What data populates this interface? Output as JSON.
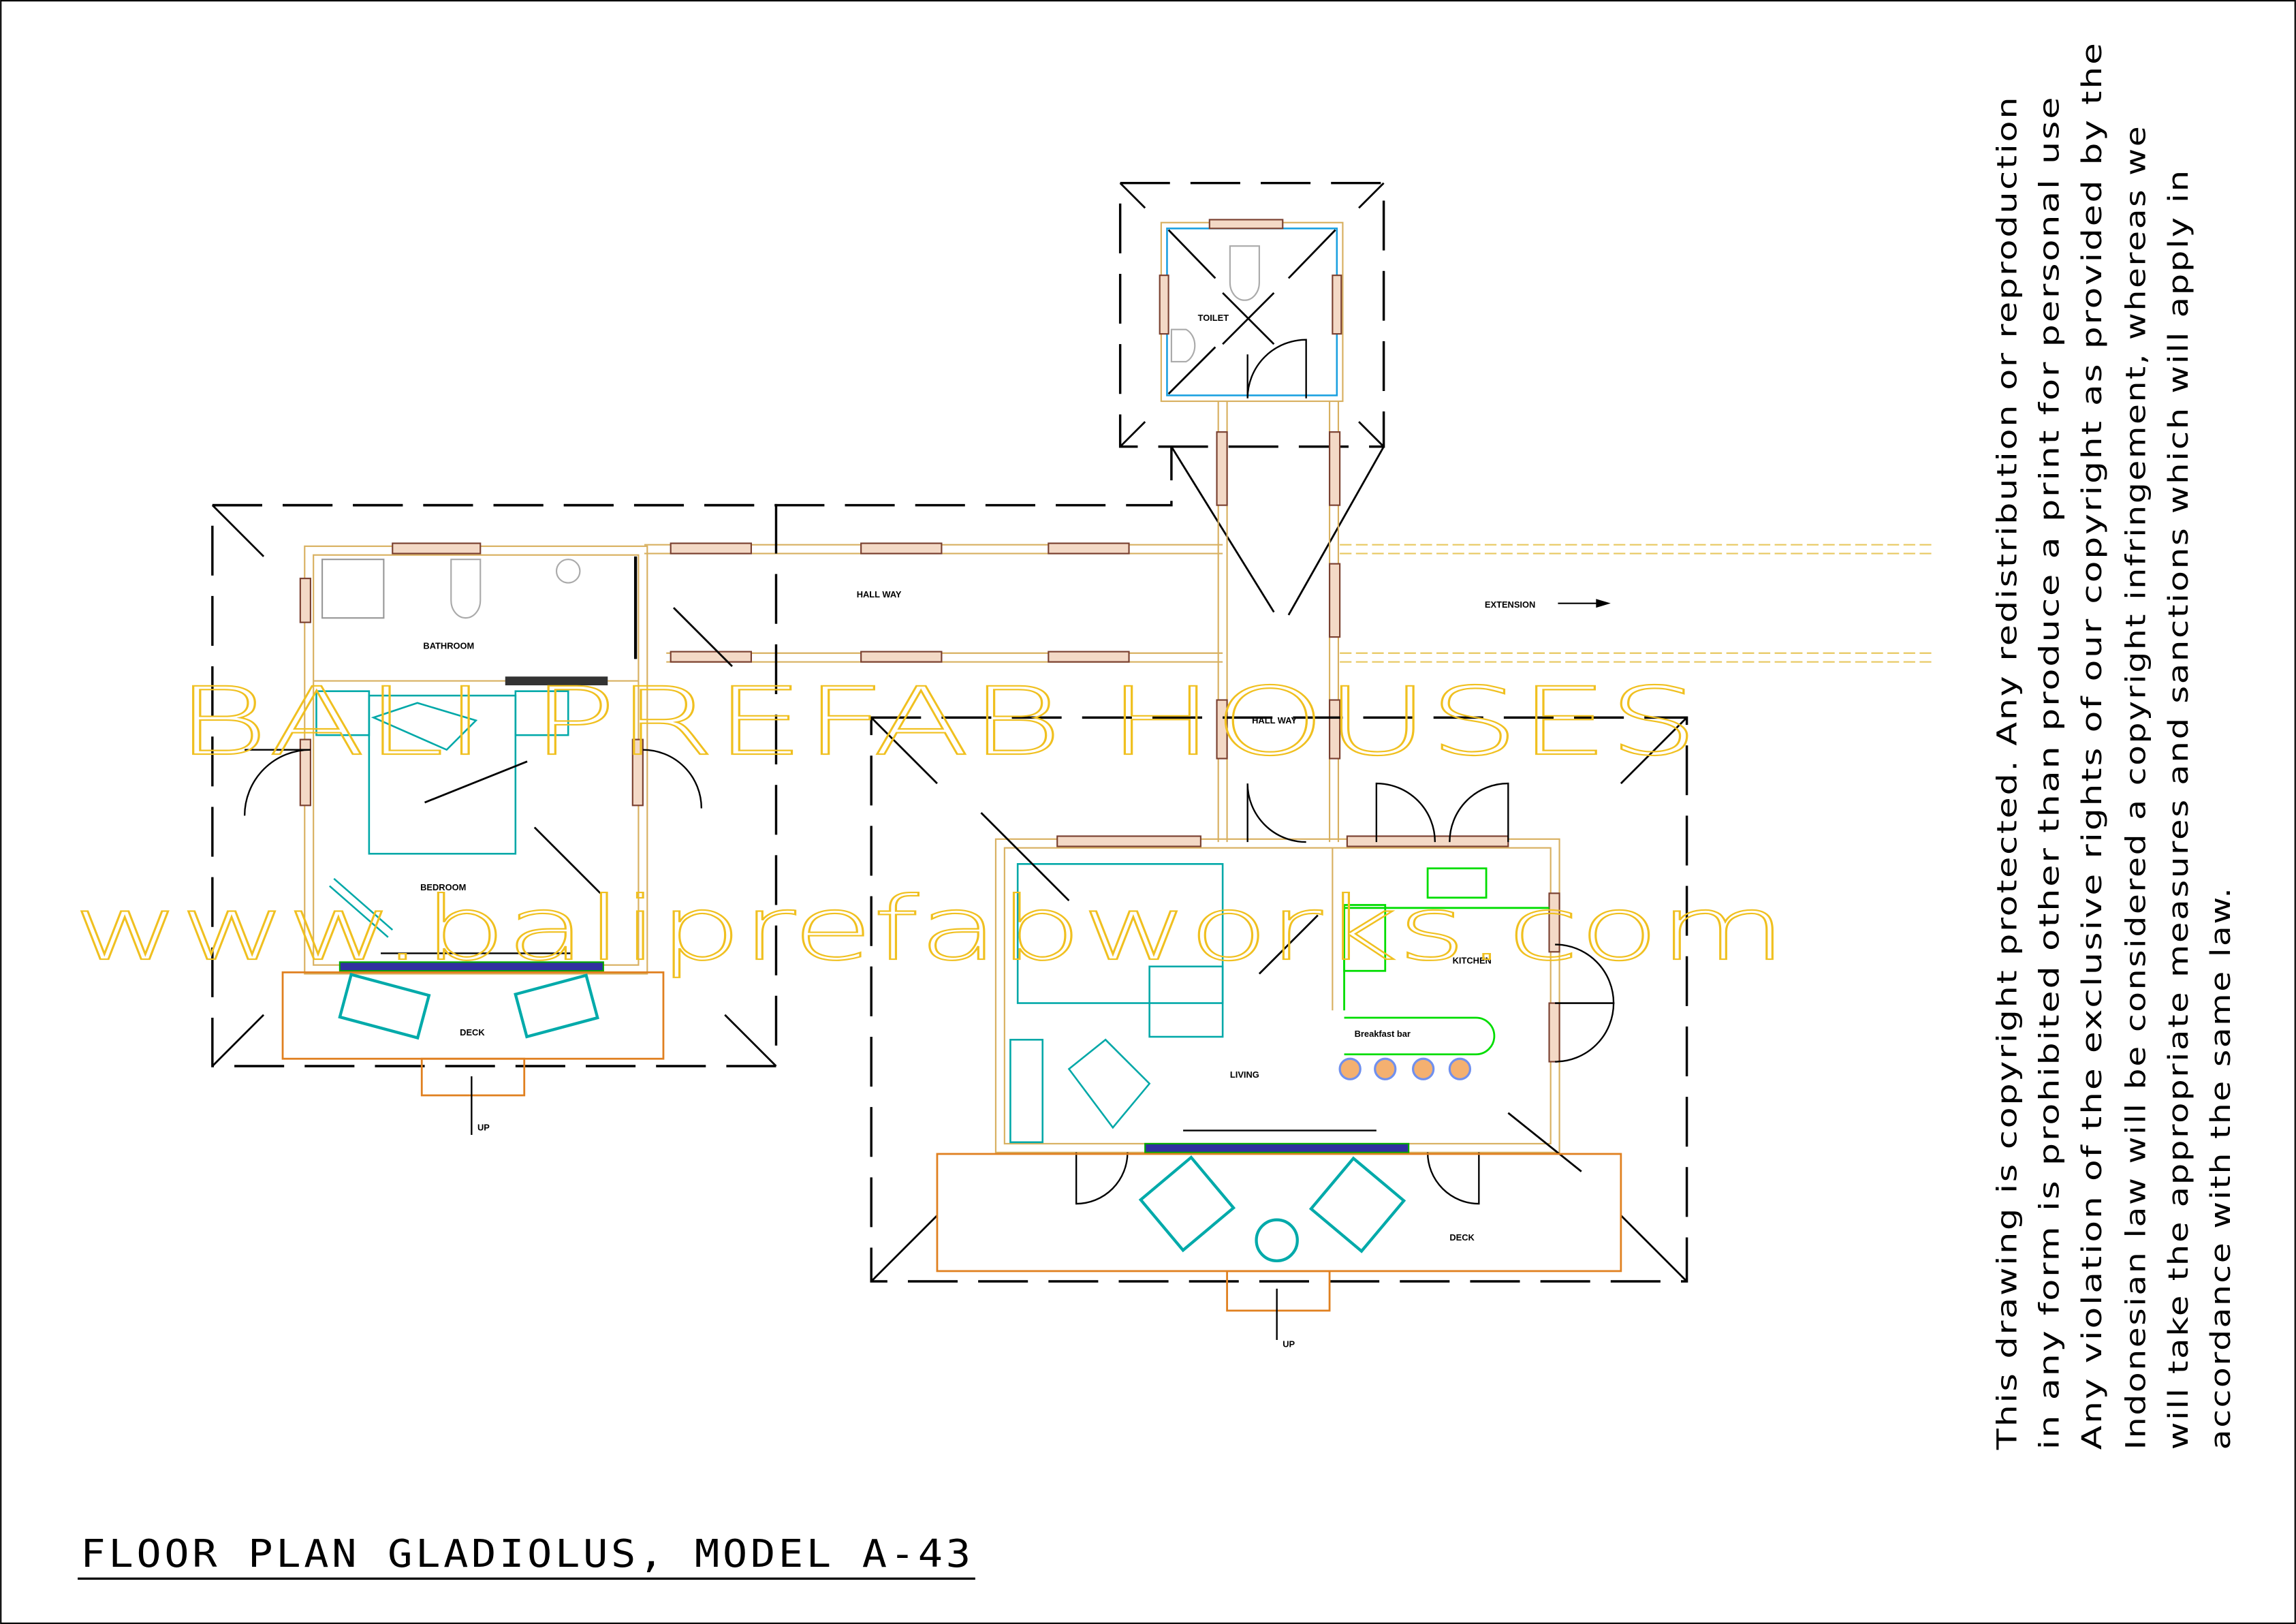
{
  "title": "FLOOR PLAN GLADIOLUS, MODEL A-43",
  "watermarks": {
    "line1": "BALI PREFAB HOUSES",
    "line2": "www.baliprefabworks.com"
  },
  "rooms": {
    "toilet": "TOILET",
    "hallway_1": "HALL WAY",
    "hallway_2": "HALL WAY",
    "extension": "EXTENSION",
    "bathroom": "BATHROOM",
    "bedroom": "BEDROOM",
    "deck_bedroom": "DECK",
    "up_bedroom": "UP",
    "kitchen": "KITCHEN",
    "breakfast_bar": "Breakfast bar",
    "living": "LIVING",
    "deck_living": "DECK",
    "up_living": "UP"
  },
  "copyright": [
    "This drawing is copyright protected. Any redistribution or reproduction",
    "in any form is prohibited other than produce a print for personal use",
    "Any violation of the exclusive rights of our copyright as provided by the",
    "Indonesian law will be considered a copyright infringement, whereas we",
    "will take the appropriate measures and sanctions which will apply in",
    "accordance with the same law."
  ],
  "colors": {
    "walls": "#d8b060",
    "furniture": "#00a8a8",
    "kitchen_fixtures": "#00dd00",
    "deck": "#e08020",
    "watermark": "#f0c020"
  }
}
